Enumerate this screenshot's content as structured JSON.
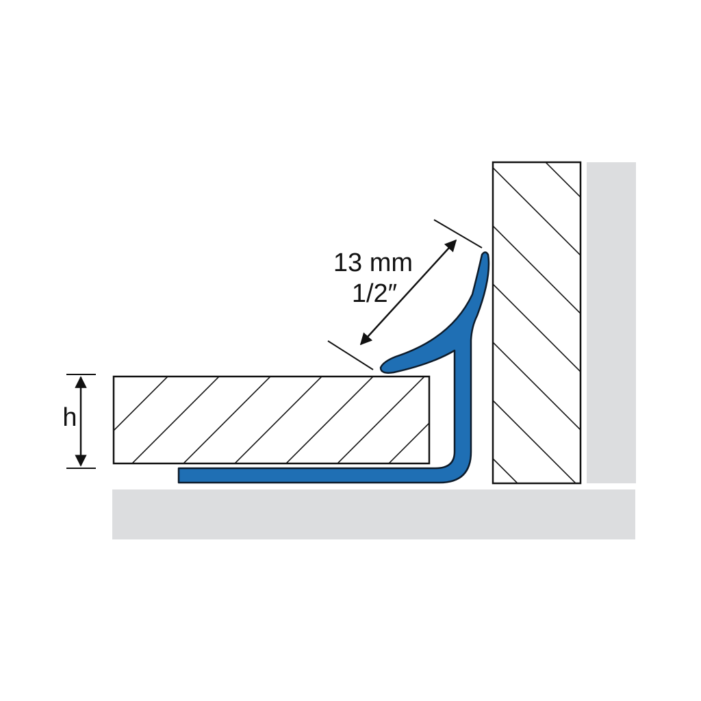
{
  "dimension": {
    "metric": "13 mm",
    "imperial": "1/2″"
  },
  "height_label": "h",
  "colors": {
    "profile": "#1f6fb4",
    "profile_outline": "#0d1b2a",
    "substrate": "#dcdddf",
    "line": "#111111",
    "background": "#ffffff"
  }
}
